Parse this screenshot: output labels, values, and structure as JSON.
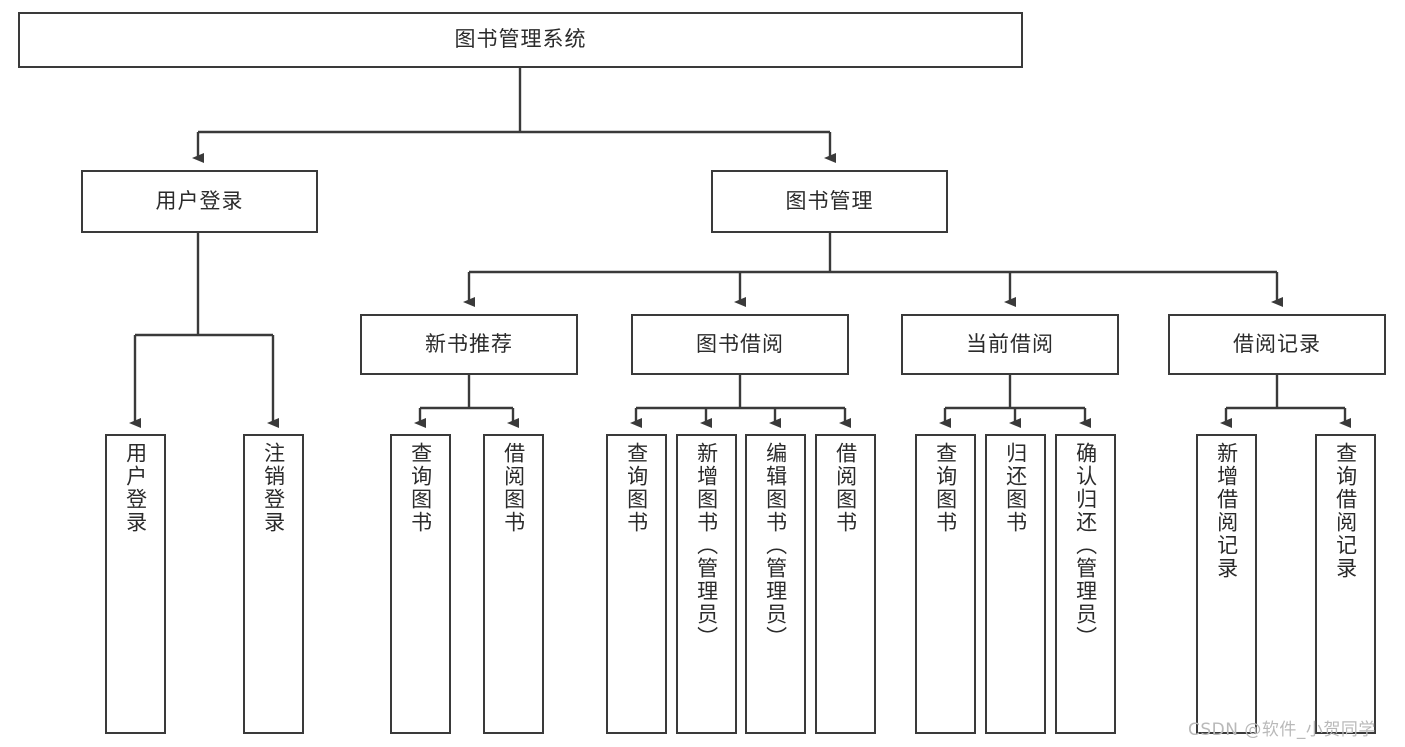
{
  "diagram": {
    "type": "tree",
    "title": "图书管理系统",
    "watermark": "CSDN @软件_小贺同学",
    "colors": {
      "box_border": "#3a3a3a",
      "box_fill": "#ffffff",
      "text": "#2b2b2b",
      "connector": "#3a3a3a",
      "background": "#ffffff",
      "watermark": "#b9b9b9"
    },
    "nodes": {
      "root": {
        "label": "图书管理系统"
      },
      "level1": [
        {
          "label": "用户登录"
        },
        {
          "label": "图书管理"
        }
      ],
      "level2": [
        {
          "label": "新书推荐"
        },
        {
          "label": "图书借阅"
        },
        {
          "label": "当前借阅"
        },
        {
          "label": "借阅记录"
        }
      ],
      "leaves": {
        "user_login": [
          {
            "label": "用户登录"
          },
          {
            "label": "注销登录"
          }
        ],
        "new_book_recommend": [
          {
            "label": "查询图书"
          },
          {
            "label": "借阅图书"
          }
        ],
        "book_borrow": [
          {
            "label": "查询图书"
          },
          {
            "label": "新增图书（管理员）"
          },
          {
            "label": "编辑图书（管理员）"
          },
          {
            "label": "借阅图书"
          }
        ],
        "current_borrow": [
          {
            "label": "查询图书"
          },
          {
            "label": "归还图书"
          },
          {
            "label": "确认归还（管理员）"
          }
        ],
        "borrow_record": [
          {
            "label": "新增借阅记录"
          },
          {
            "label": "查询借阅记录"
          }
        ]
      }
    }
  }
}
